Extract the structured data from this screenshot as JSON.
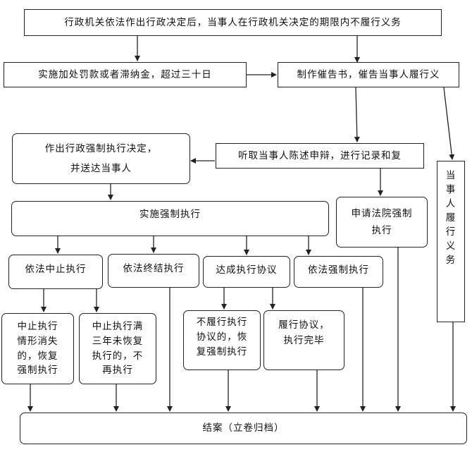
{
  "nodes": {
    "top": "行政机关依法作出行政决定后，当事人在行政机关决定的期限内不履行义务",
    "penalty": "实施加处罚款或者滞纳金，超过三十日",
    "notice": "制作催告书，催告当事人履行义",
    "hearing": "听取当事人陈述申辩，进行记录和复",
    "decision": "作出行政强制执行决定，\n并送达当事人",
    "enforce": "实施强制执行",
    "court": "申请法院强制\n执行",
    "fulfill": "当事人履行义务",
    "suspend": "依法中止执行",
    "terminate": "依法终结执行",
    "agreement": "达成执行协议",
    "forced": "依法强制执行",
    "resume": "中止执行\n情形消失\n的，恢复\n强制执行",
    "no_more": "中止执行满\n三年未恢复\n执行的，不\n再执行",
    "breach": "不履行执行\n协议的，恢\n复强制执行",
    "complete": "履行协议，\n执行完毕",
    "close": "结案（立卷归档）"
  }
}
